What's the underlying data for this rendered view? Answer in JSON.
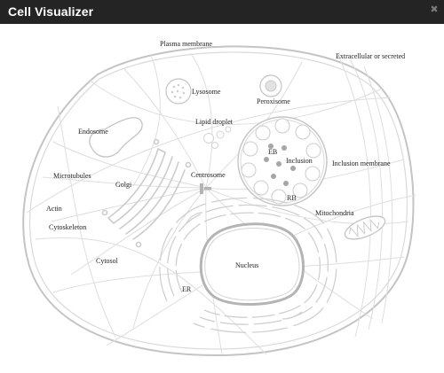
{
  "window": {
    "title": "Cell Visualizer",
    "close_icon": "close-icon",
    "close_glyph": "✖"
  },
  "labels": {
    "plasma_membrane": "Plasma membrane",
    "extracellular": "Extracellular or secreted",
    "lysosome": "Lysosome",
    "peroxisome": "Peroxisome",
    "lipid_droplet": "Lipid droplet",
    "endosome": "Endosome",
    "eb": "EB",
    "inclusion": "Inclusion",
    "inclusion_membrane": "Inclusion membrane",
    "microtubules": "Microtubules",
    "golgi": "Golgi",
    "centrosome": "Centrosome",
    "rb": "RB",
    "actin": "Actin",
    "cytoskeleton": "Cytoskeleton",
    "mitochondria": "Mitochondria",
    "cytosol": "Cytosol",
    "nucleus": "Nucleus",
    "er": "ER"
  },
  "colors": {
    "titlebar": "#242424",
    "outline": "#c8c8c8",
    "fiber": "#dcdcdc",
    "organelle_fill": "#ffffff",
    "eb_dot": "#a6a6a6",
    "nucleus_ring": "#b4b4b4"
  }
}
